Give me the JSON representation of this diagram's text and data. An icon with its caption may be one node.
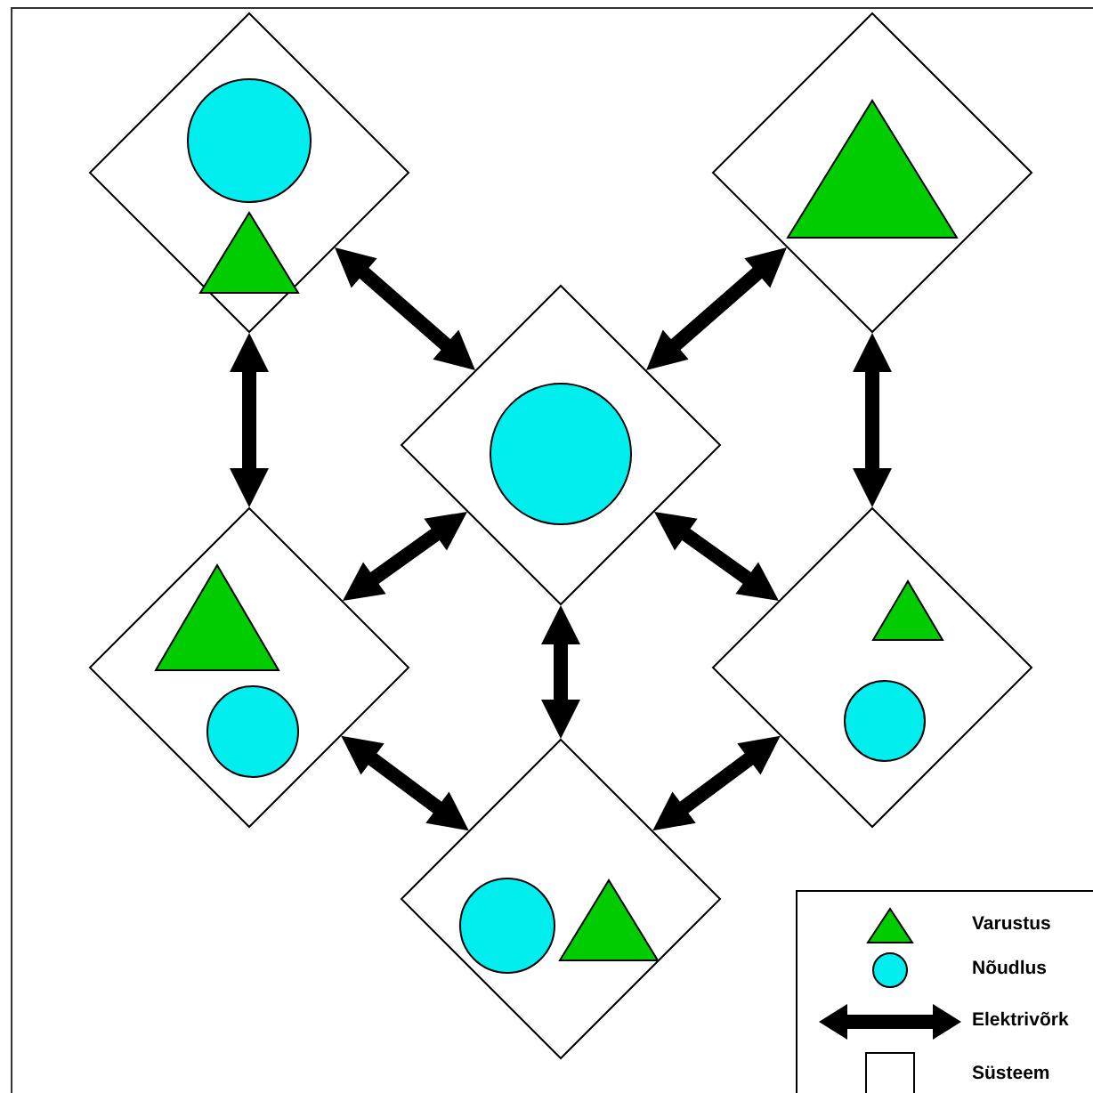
{
  "diagram": {
    "nodes": [
      {
        "text": [],
        "shape": "diamond"
      },
      {
        "text": [],
        "shape": "circle",
        "in": 0
      },
      {
        "text": [],
        "shape": "triangle",
        "in": 0
      },
      {
        "text": [],
        "shape": "diamond"
      },
      {
        "text": [],
        "shape": "triangle",
        "in": 3
      },
      {
        "text": [],
        "shape": "diamond"
      },
      {
        "text": [],
        "shape": "circle",
        "in": 5
      },
      {
        "text": [],
        "shape": "diamond"
      },
      {
        "text": [],
        "shape": "triangle",
        "in": 7
      },
      {
        "text": [],
        "shape": "circle",
        "in": 7
      },
      {
        "text": [],
        "shape": "diamond"
      },
      {
        "text": [],
        "shape": "triangle",
        "in": 10
      },
      {
        "text": [],
        "shape": "circle",
        "in": 10
      },
      {
        "text": [],
        "shape": "diamond"
      },
      {
        "text": [],
        "shape": "circle",
        "in": 13
      },
      {
        "text": [],
        "shape": "triangle",
        "in": 13
      }
    ],
    "edges": [
      {
        "from": 0,
        "to": 5,
        "arrow": "both"
      },
      {
        "from": 3,
        "to": 5,
        "arrow": "both"
      },
      {
        "from": 0,
        "to": 7,
        "arrow": "both"
      },
      {
        "from": 3,
        "to": 10,
        "arrow": "both"
      },
      {
        "from": 5,
        "to": 7,
        "arrow": "both"
      },
      {
        "from": 5,
        "to": 10,
        "arrow": "both"
      },
      {
        "from": 5,
        "to": 13,
        "arrow": "both"
      },
      {
        "from": 7,
        "to": 13,
        "arrow": "both"
      },
      {
        "from": 10,
        "to": 13,
        "arrow": "both"
      }
    ],
    "legend": [
      {
        "text": "Varustus"
      },
      {
        "text": "Nõudlus"
      },
      {
        "text": "Elektrivõrk"
      },
      {
        "text": "Süsteem"
      }
    ]
  }
}
